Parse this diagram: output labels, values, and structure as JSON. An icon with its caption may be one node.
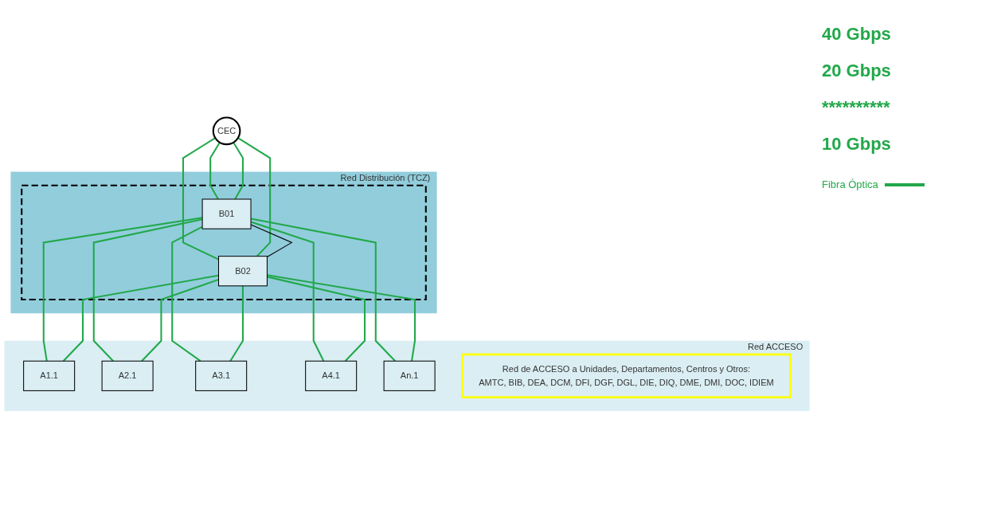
{
  "diagram": {
    "nodes": [
      {
        "text": [
          "CEC"
        ]
      },
      {
        "text": [
          "Red Distribución (TCZ)"
        ]
      },
      {
        "text": [],
        "shape": "box",
        "in": 1
      },
      {
        "text": [
          "B01"
        ],
        "in": 2
      },
      {
        "text": [
          "B02"
        ],
        "in": 2
      },
      {
        "text": [
          "Red ACCESO"
        ]
      },
      {
        "text": [
          "A1.1"
        ],
        "in": 5
      },
      {
        "text": [
          "A2.1"
        ],
        "in": 5
      },
      {
        "text": [
          "A3.1"
        ],
        "in": 5
      },
      {
        "text": [
          "A4.1"
        ],
        "in": 5
      },
      {
        "text": [
          "An.1"
        ],
        "in": 5
      },
      {
        "text": [
          "Red de ACCESO a Unidades, Departamentos, Centros y Otros:",
          "AMTC, BIB, DEA, DCM, DFI, DGF, DGL, DIE, DIQ, DME, DMI, DOC, IDIEM"
        ],
        "in": 5
      }
    ],
    "edges": [
      {
        "from": 0,
        "to": 3,
        "arrow": "none"
      },
      {
        "from": 0,
        "to": 3,
        "arrow": "none"
      },
      {
        "from": 0,
        "to": 4,
        "arrow": "none"
      },
      {
        "from": 0,
        "to": 4,
        "arrow": "none"
      },
      {
        "from": 3,
        "to": 4,
        "arrow": "none",
        "color": "#000000"
      },
      {
        "from": 3,
        "to": 6,
        "arrow": "none"
      },
      {
        "from": 3,
        "to": 7,
        "arrow": "none"
      },
      {
        "from": 3,
        "to": 8,
        "arrow": "none"
      },
      {
        "from": 3,
        "to": 9,
        "arrow": "none"
      },
      {
        "from": 3,
        "to": 10,
        "arrow": "none"
      },
      {
        "from": 4,
        "to": 6,
        "arrow": "none"
      },
      {
        "from": 4,
        "to": 7,
        "arrow": "none"
      },
      {
        "from": 4,
        "to": 8,
        "arrow": "none"
      },
      {
        "from": 4,
        "to": 9,
        "arrow": "none"
      },
      {
        "from": 4,
        "to": 10,
        "arrow": "none"
      }
    ],
    "labels": [
      "40 Gbps",
      "20 Gbps",
      "**********",
      "10 Gbps"
    ],
    "legend": [
      {
        "text": "Fibra Óptica"
      }
    ]
  }
}
